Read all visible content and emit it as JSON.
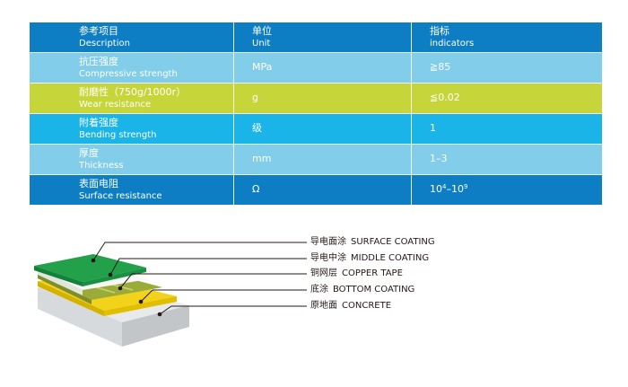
{
  "table": {
    "header": {
      "col1_zh": "参考项目",
      "col1_en": "Description",
      "col2_zh": "单位",
      "col2_en": "Unit",
      "col3_zh": "指标",
      "col3_en": "indicators"
    },
    "rows": [
      {
        "zh": "抗压强度",
        "en": "Compressive strength",
        "unit": "MPa",
        "value": "≧85",
        "color": "#82cde9"
      },
      {
        "zh": "耐磨性（750g/1000r）",
        "en": "Wear resistance",
        "unit": "g",
        "value": "≦0.02",
        "color": "#c6d53a"
      },
      {
        "zh": "附着强度",
        "en": "Bending strength",
        "unit": "级",
        "value": "1",
        "color": "#1ab4e8"
      },
      {
        "zh": "厚度",
        "en": "Thickness",
        "unit": "mm",
        "value": "1–3",
        "color": "#82cde9"
      },
      {
        "zh": "表面电阻",
        "en": "Surface resistance",
        "unit": "Ω",
        "value_base1": "10",
        "value_exp1": "4",
        "value_sep": "–",
        "value_base2": "10",
        "value_exp2": "9",
        "color": "#0e7ec4"
      }
    ],
    "header_color": "#0e7ec4"
  },
  "layers": [
    {
      "zh": "导电面涂",
      "en": "SURFACE COATING"
    },
    {
      "zh": "导电中涂",
      "en": "MIDDLE COATING"
    },
    {
      "zh": "铜网层",
      "en": "COPPER TAPE"
    },
    {
      "zh": "底涂",
      "en": "BOTTOM COATING"
    },
    {
      "zh": "原地面",
      "en": "CONCRETE"
    }
  ]
}
